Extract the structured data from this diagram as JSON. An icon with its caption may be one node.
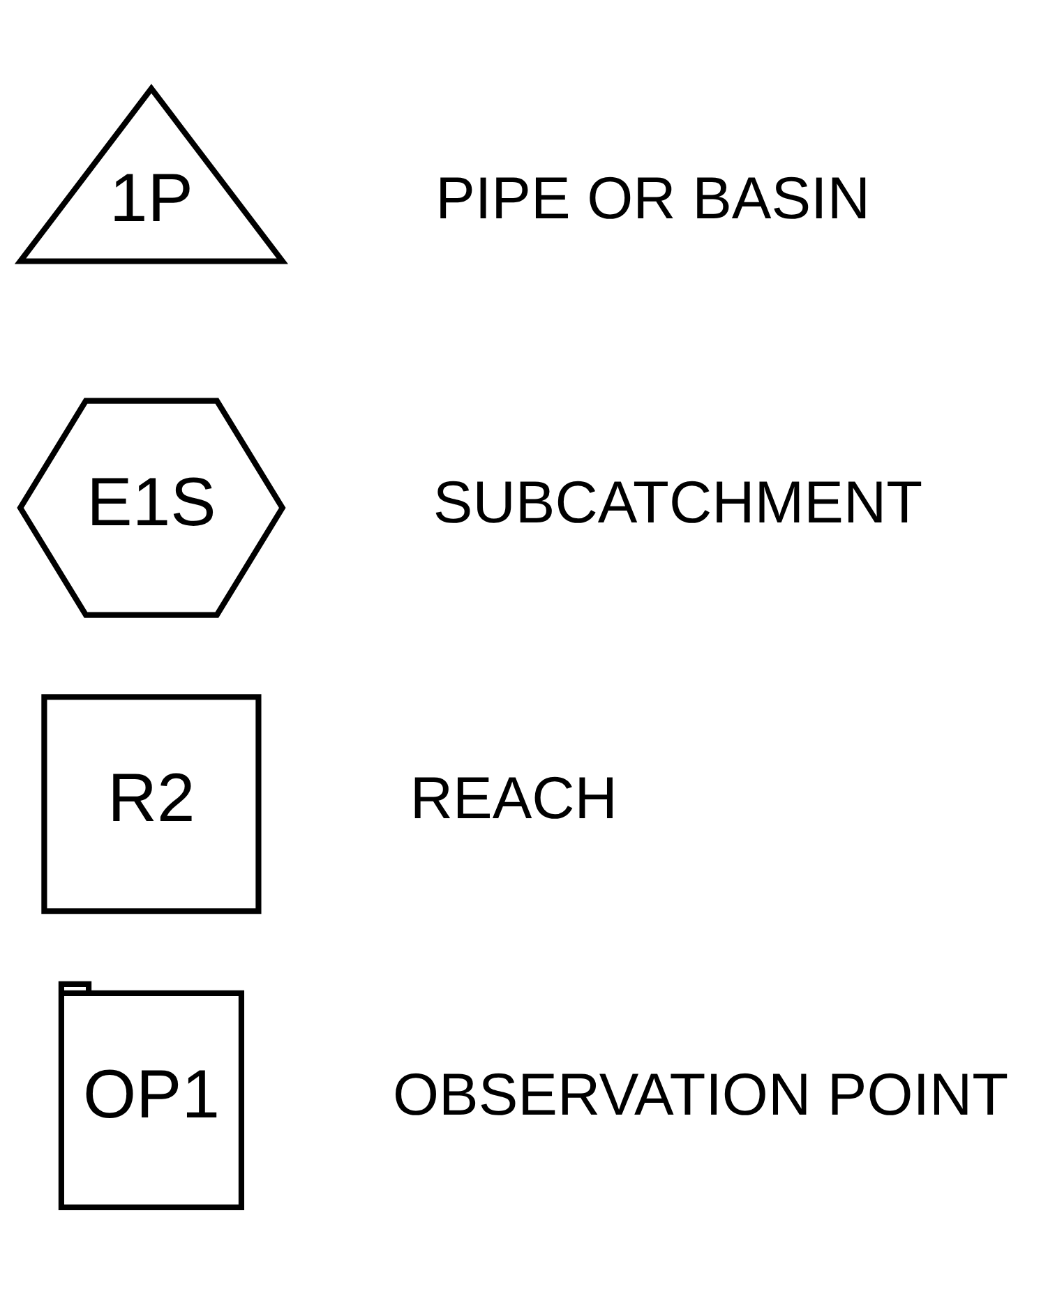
{
  "diagram": {
    "nodes": [
      {
        "text": [
          "1P"
        ],
        "beside": [
          "PIPE OR BASIN"
        ]
      },
      {
        "text": [
          "E1S"
        ],
        "beside": [
          "SUBCATCHMENT"
        ]
      },
      {
        "text": [
          "R2"
        ],
        "beside": [
          "REACH"
        ]
      },
      {
        "text": [
          "OP1"
        ],
        "beside": [
          "OBSERVATION POINT"
        ]
      }
    ],
    "edges": []
  }
}
